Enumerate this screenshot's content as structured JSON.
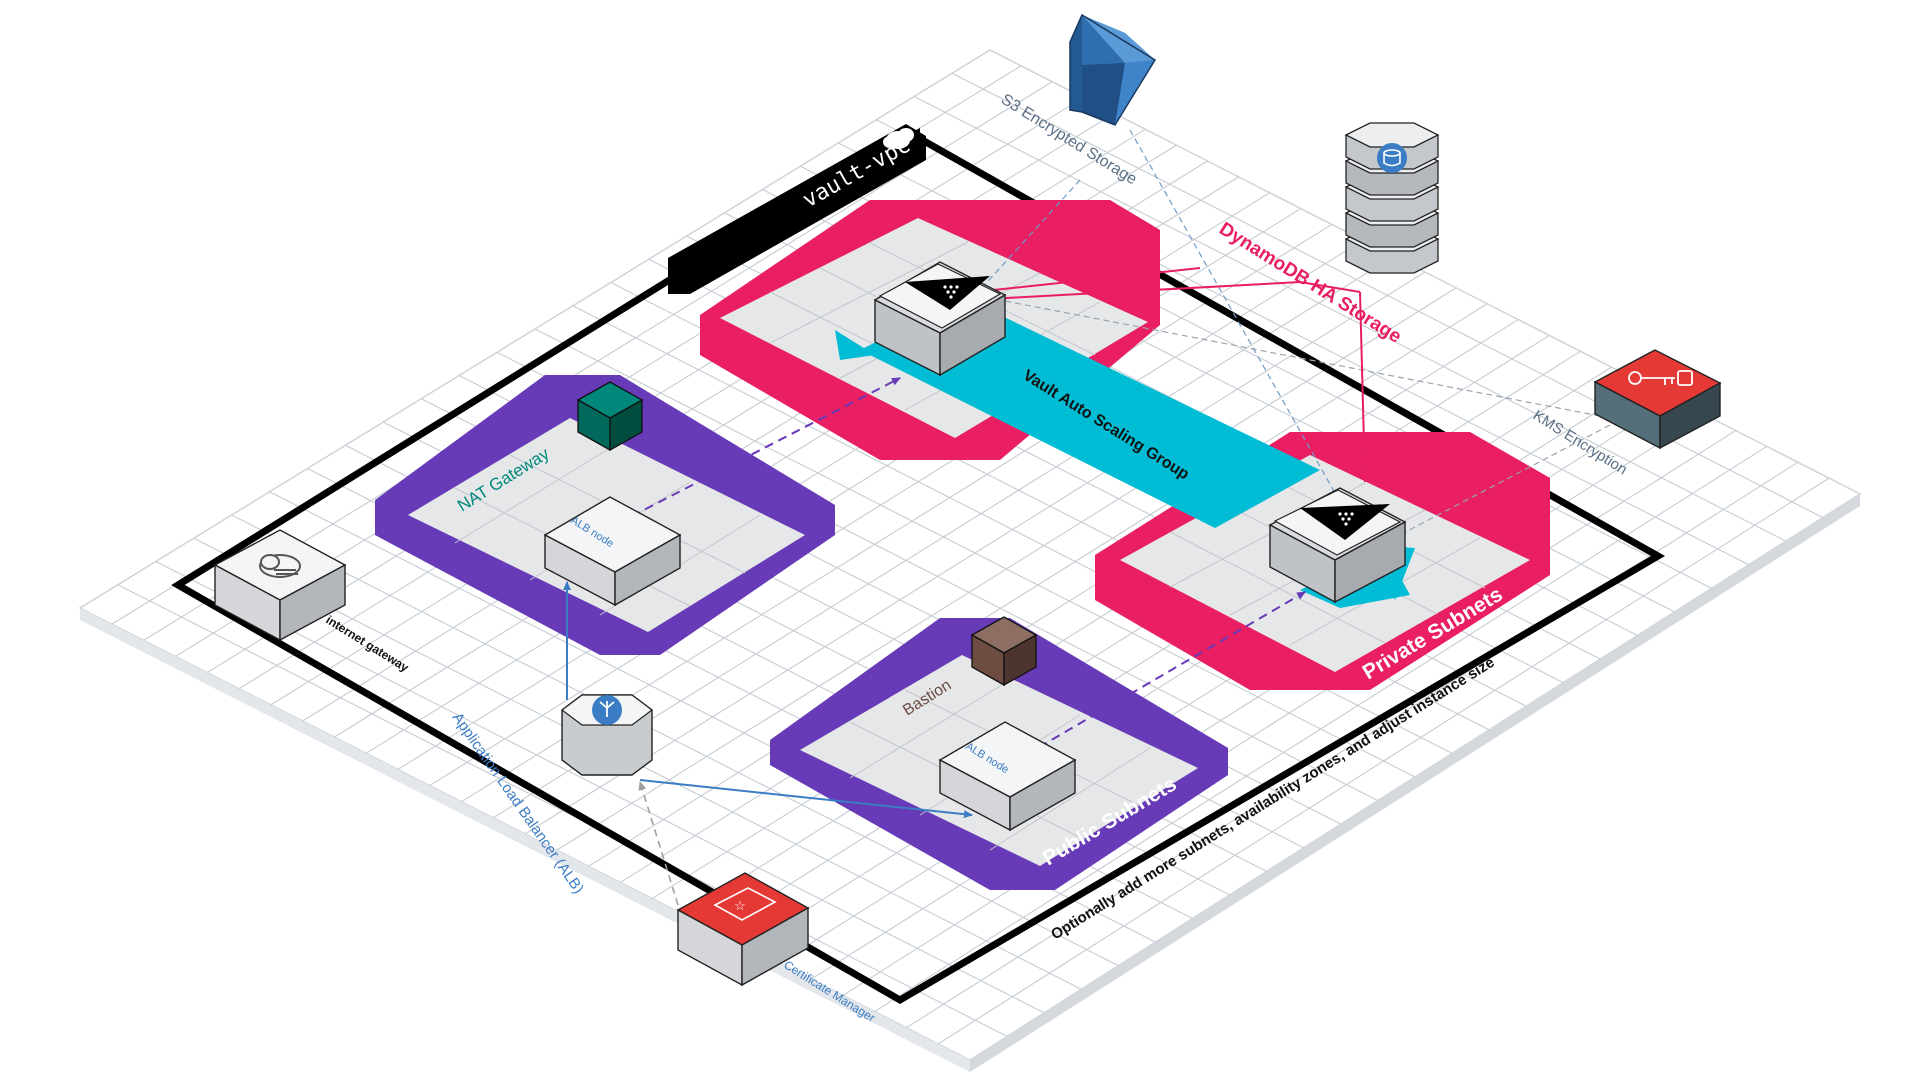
{
  "labels": {
    "vpc": "vault-vpc",
    "s3": "S3 Encrypted Storage",
    "dynamodb": "DynamoDB HA Storage",
    "kms": "KMS Encryption",
    "asg": "Vault Auto Scaling Group",
    "nat": "NAT Gateway",
    "bastion": "Bastion",
    "alb_node_1": "ALB node",
    "alb_node_2": "ALB node",
    "public_subnets": "Public Subnets",
    "private_subnets": "Private Subnets",
    "igw": "internet gateway",
    "alb": "Application Load Balancer (ALB)",
    "acm": "Certificate Manager",
    "note": "Optionally add more subnets, availability zones, and adjust instance size"
  },
  "icons": {
    "vpc_cloud": "cloud-icon",
    "vault": "vault-logo-icon",
    "igw": "internet-gateway-icon",
    "alb": "load-balancer-icon",
    "acm": "certificate-icon",
    "kms": "key-icon",
    "dynamodb": "database-icon",
    "s3": "bucket-icon"
  },
  "colors": {
    "private": "#e91e63",
    "public": "#673ab7",
    "asg": "#00bcd4",
    "nat": "#00796b",
    "bastion": "#5d4037",
    "aws_red": "#d32f2f",
    "aws_blue": "#3f51b5",
    "s3_blue": "#2f6fb0",
    "link_blue": "#3b7dc4",
    "text_gray": "#5b6f86"
  }
}
